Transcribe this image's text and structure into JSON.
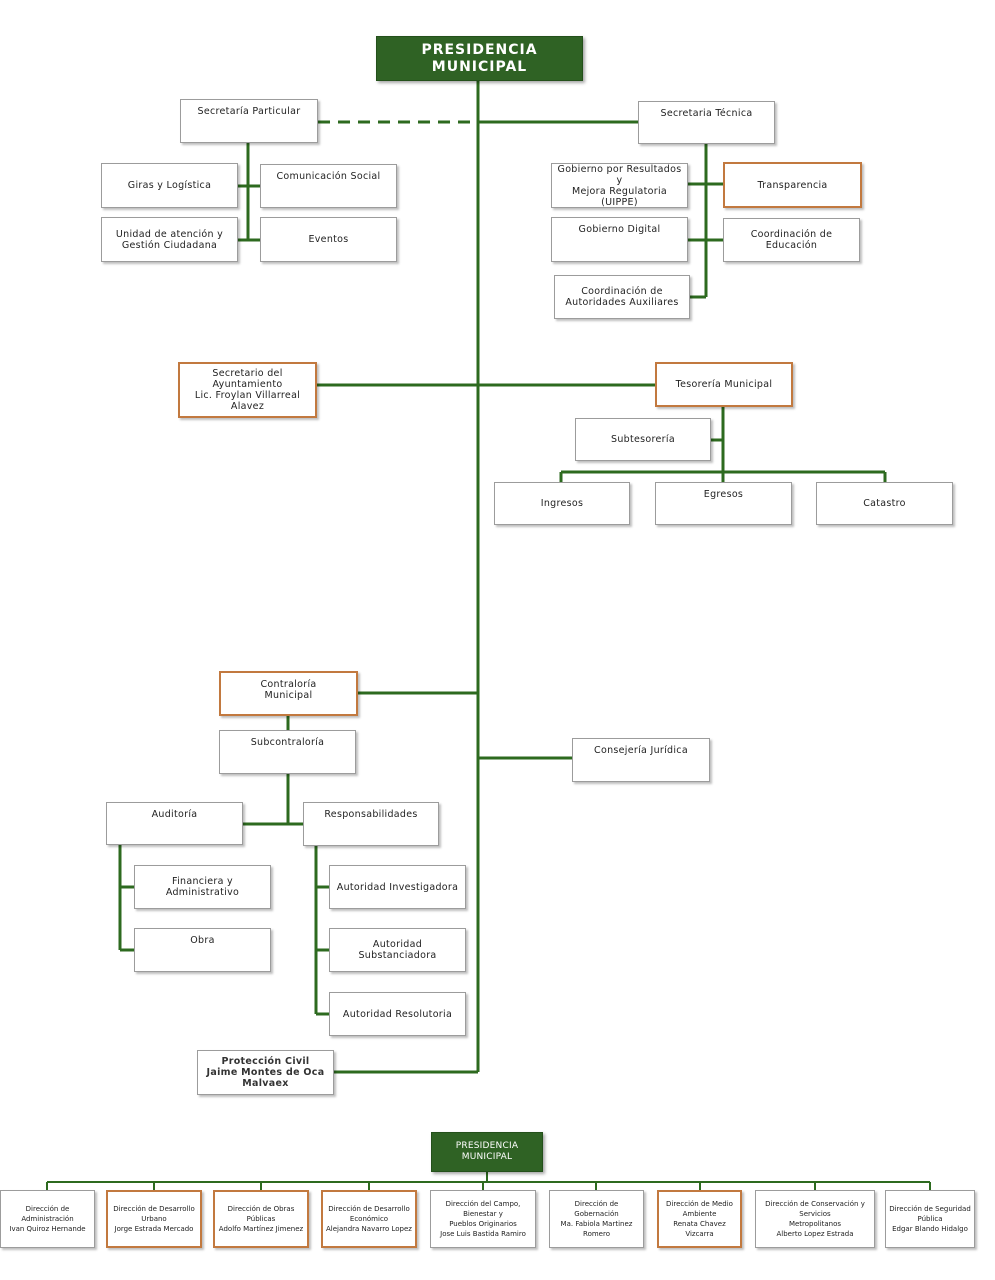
{
  "top": {
    "presidencia": "PRESIDENCIA\nMUNICIPAL",
    "secretaria_particular": "Secretaría      Particular",
    "giras": "Giras y Logística",
    "comunicacion": "Comunicación      Social",
    "unidad_atencion": "Unidad de atención y\nGestión Ciudadana",
    "eventos": "Eventos",
    "secretaria_tecnica": "Secretaria      Técnica",
    "gobierno_resultados": "Gobierno por Resultados y\nMejora Regulatoria (UIPPE)",
    "transparencia": "Transparencia",
    "gobierno_digital": "Gobierno Digital",
    "coord_educacion": "Coordinación de\nEducación",
    "coord_autoridades": "Coordinación de\nAutoridades Auxiliares",
    "secretario_ayuntamiento": "Secretario del\nAyuntamiento\nLic. Froylan Villarreal\nAlavez",
    "tesoreria": "Tesorería      Municipal",
    "subtesoreria": "Subtesorería",
    "ingresos": "Ingresos",
    "egresos": "Egresos",
    "catastro": "Catastro",
    "contraloria": "Contraloría\nMunicipal",
    "subcontraloria": "Subcontraloría",
    "consejeria": "Consejería      Jurídica",
    "auditoria": "Auditoría",
    "responsabilidades": "Responsabilidades",
    "financiera": "Financiera y Administrativo",
    "obra": "Obra",
    "autoridad_investigadora": "Autoridad Investigadora",
    "autoridad_substanciadora": "Autoridad Substanciadora",
    "autoridad_resolutoria": "Autoridad Resolutoria",
    "proteccion_civil": "Protección Civil\nJaime Montes de Oca\nMalvaex"
  },
  "bottom": {
    "presidencia": "PRESIDENCIA\nMUNICIPAL",
    "direcciones": [
      "Dirección de\nAdministración\nIvan Quiroz Hernande",
      "Dirección de      Desarrollo\nUrbano\nJorge Estrada Mercado",
      "Dirección de      Obras\nPúblicas\nAdolfo Martínez Jimenez",
      "Dirección de Desarrollo\nEconómico\nAlejandra Navarro Lopez",
      "Dirección del Campo, Bienestar y\nPueblos Originarios\nJose Luis Bastida Ramiro",
      "Dirección de\nGobernación\nMa. Fabiola Martinez\nRomero",
      "Dirección de Medio\nAmbiente\nRenata Chavez\nVizcarra",
      "Dirección de Conservación y Servicios\nMetropolitanos\nAlberto Lopez Estrada",
      "Dirección de Seguridad Pública\nEdgar Blando Hidalgo"
    ]
  },
  "colors": {
    "line_green": "#2d6a1f",
    "box_green": "#2f6224",
    "accent_orange": "#c2793f",
    "box_border": "#9c9c9c"
  }
}
